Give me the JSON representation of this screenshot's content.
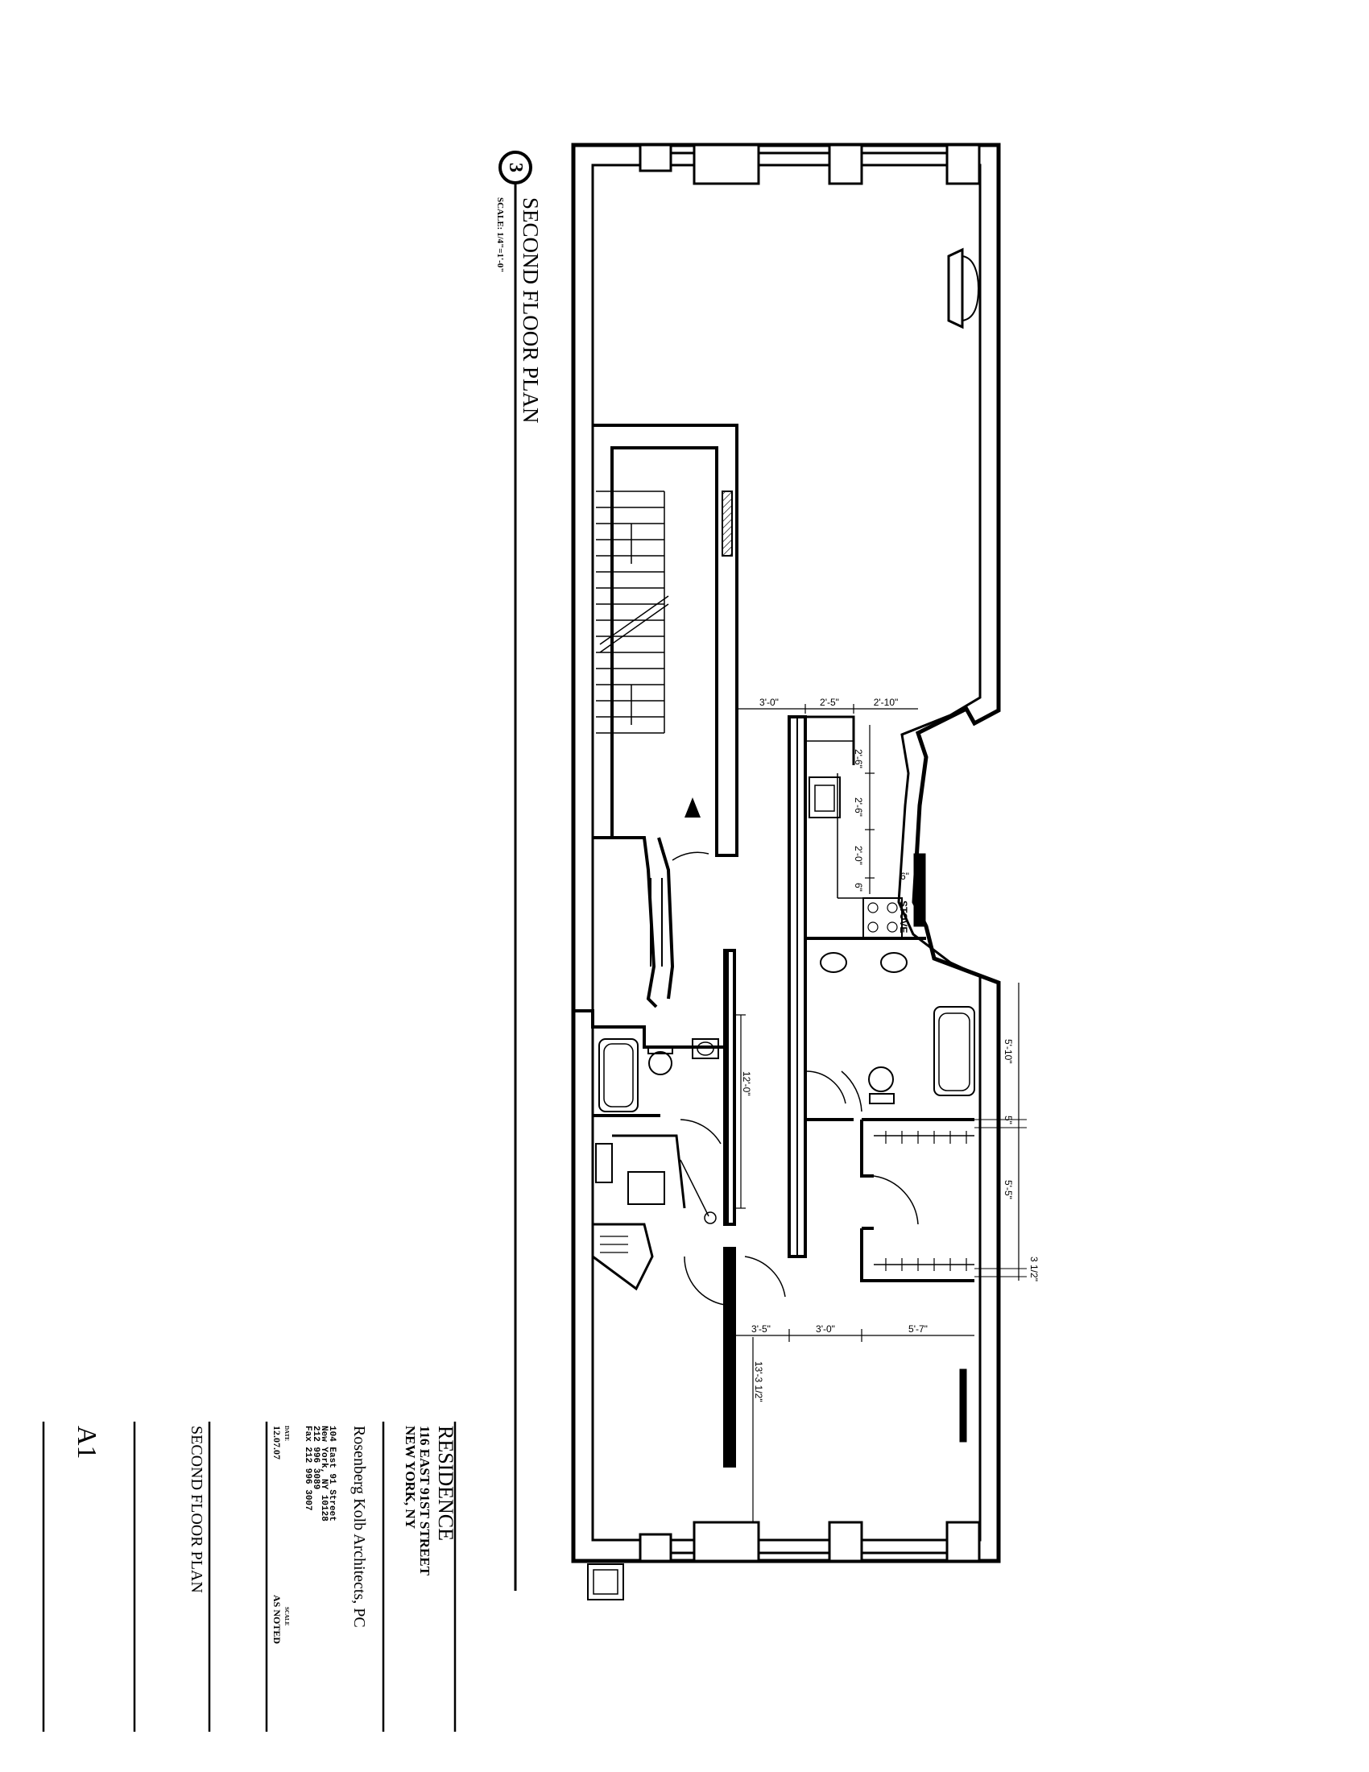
{
  "drawing_title": {
    "number": "3",
    "title": "SECOND FLOOR PLAN",
    "scale": "SCALE: 1/4\"=1'-0\""
  },
  "title_block": {
    "project": "RESIDENCE",
    "address_line1": "116 EAST 91ST STREET",
    "address_line2": "NEW YORK, NY",
    "firm": "Rosenberg Kolb Architects, PC",
    "firm_address": [
      "104 East 91 Street",
      "New York, NY 10128",
      "212 996 3089",
      "Fax 212 996 3007"
    ],
    "date_label": "DATE",
    "date": "12.07.07",
    "scale_label": "SCALE",
    "scale": "AS NOTED",
    "sheet_title": "SECOND FLOOR PLAN",
    "sheet_number": "A1"
  },
  "dimensions": {
    "hall_top": [
      "3'-0\"",
      "2'-5\"",
      "2'-10\""
    ],
    "kitchen": [
      "2'-6\"",
      "2'-6\"",
      "2'-0\"",
      "6\""
    ],
    "stove_gap": "6\"",
    "stove": "STOVE",
    "corridor": "12'-0\"",
    "right_side": [
      "5'-10\"",
      "5\"",
      "5'-5\"",
      "3 1/2\""
    ],
    "bottom_row": [
      "3'-5\"",
      "3'-0\"",
      "5'-7\""
    ],
    "room_length": "13'-3 1/2\""
  }
}
